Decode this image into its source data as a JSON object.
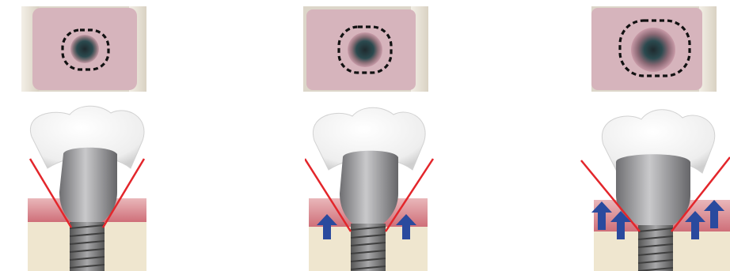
{
  "colors": {
    "gingiva_photo": "#d6b4bc",
    "outline": "#111111",
    "angle_line": "#e3262b",
    "arrow": "#2a4a9e",
    "gum": "#d98a92",
    "bone": "#efe6cf",
    "abutment": "#9c9c9e",
    "crown": "#f7f7f7"
  },
  "panels": [
    {
      "id": "left",
      "arrows_per_side": 0,
      "contour": "small"
    },
    {
      "id": "center",
      "arrows_per_side": 1,
      "contour": "medium"
    },
    {
      "id": "right",
      "arrows_per_side": 2,
      "contour": "large"
    }
  ]
}
